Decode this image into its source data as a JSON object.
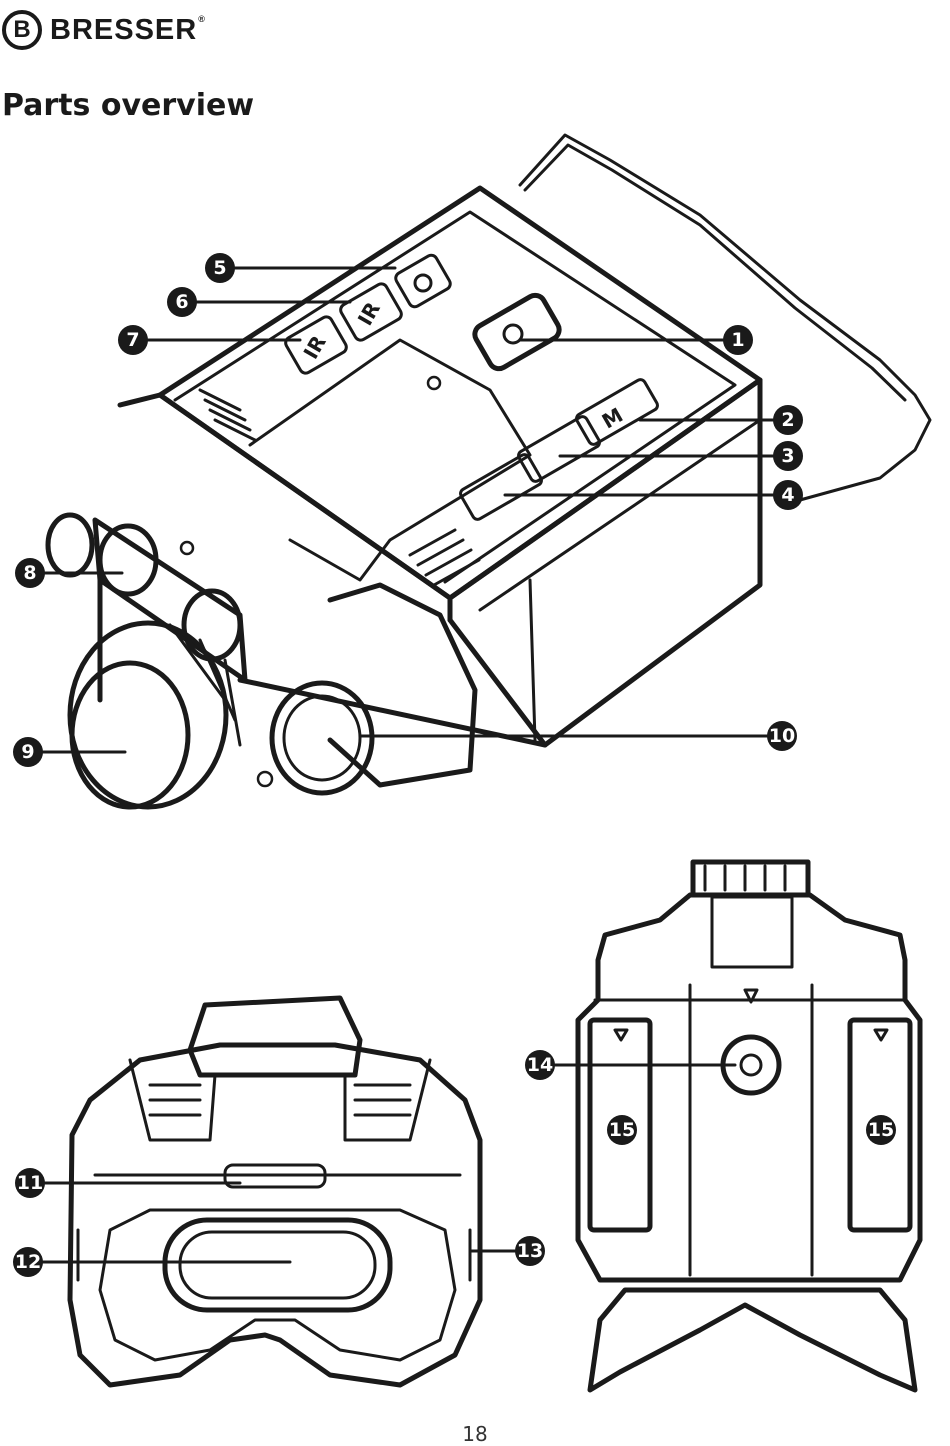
{
  "header": {
    "brand": "BRESSER",
    "logo_letter": "B",
    "registered": "®"
  },
  "section_title": "Parts overview",
  "callouts_top": [
    "1",
    "2",
    "3",
    "4",
    "5",
    "6",
    "7",
    "8",
    "9",
    "10"
  ],
  "callouts_bottom": [
    "11",
    "12",
    "13",
    "14",
    "15",
    "15"
  ],
  "button_labels": {
    "ir_1": "IR",
    "ir_2": "IR",
    "mode": "M"
  },
  "page_number": "18"
}
